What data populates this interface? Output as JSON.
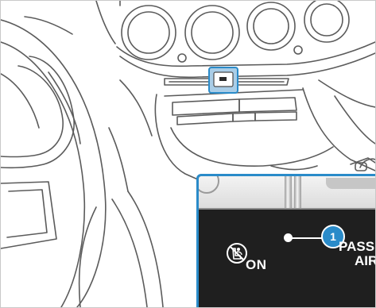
{
  "callout": {
    "marker_number": "1",
    "status_label": "ON",
    "passenger_label_line1": "PASS",
    "passenger_label_line2": "AIR",
    "icon": "passenger-airbag-off-icon",
    "accent_color": "#2a8bc9"
  }
}
